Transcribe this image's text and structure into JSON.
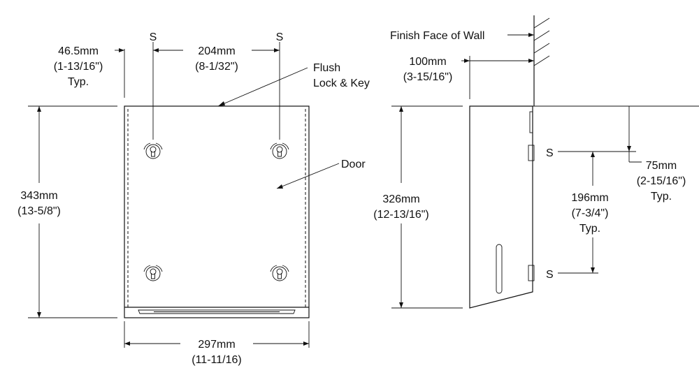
{
  "front": {
    "screw_marker_left": "S",
    "screw_marker_right": "S",
    "offset_metric": "46.5mm",
    "offset_imperial": "(1-13/16\")",
    "offset_typ": "Typ.",
    "spacing_metric": "204mm",
    "spacing_imperial": "(8-1/32\")",
    "lock_line1": "Flush",
    "lock_line2": "Lock & Key",
    "door_label": "Door",
    "height_metric": "343mm",
    "height_imperial": "(13-5/8\")",
    "width_metric": "297mm",
    "width_imperial": "(11-11/16)"
  },
  "side": {
    "wall_label": "Finish Face of Wall",
    "depth_metric": "100mm",
    "depth_imperial": "(3-15/16\")",
    "height_metric": "326mm",
    "height_imperial": "(12-13/16\")",
    "screw_marker_top": "S",
    "screw_marker_bottom": "S",
    "top_offset_metric": "75mm",
    "top_offset_imperial": "(2-15/16\")",
    "top_offset_typ": "Typ.",
    "spacing_metric": "196mm",
    "spacing_imperial": "(7-3/4\")",
    "spacing_typ": "Typ."
  }
}
